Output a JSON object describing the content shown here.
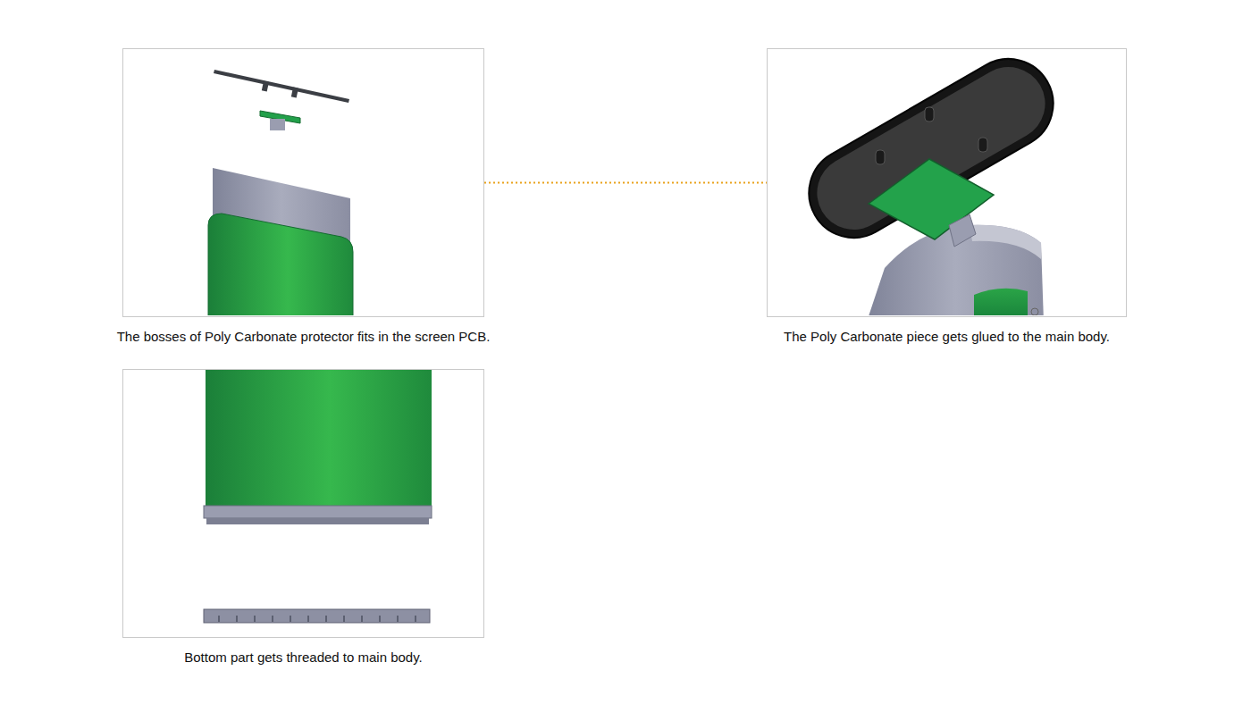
{
  "diagram": {
    "nodes": [
      {
        "text": [
          "The bosses of Poly Carbonate protector fits in the screen PCB."
        ]
      },
      {
        "text": [
          "The Poly Carbonate piece gets glued to the main body."
        ]
      },
      {
        "text": [
          "Bottom part gets threaded to main body."
        ]
      }
    ],
    "edges": [
      {
        "from": 0,
        "to": 1,
        "arrow": "none"
      }
    ]
  }
}
